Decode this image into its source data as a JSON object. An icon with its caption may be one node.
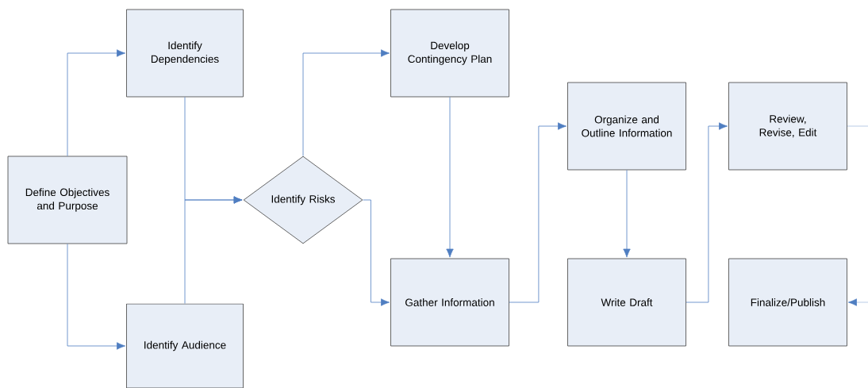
{
  "diagram": {
    "nodes": [
      {
        "text": [
          "Define Objectives and Purpose"
        ]
      },
      {
        "text": [
          "Identify Dependencies"
        ]
      },
      {
        "text": [
          "Identify Audience"
        ]
      },
      {
        "text": [
          "Identify Risks"
        ]
      },
      {
        "text": [
          "Develop Contingency Plan"
        ]
      },
      {
        "text": [
          "Gather Information"
        ]
      },
      {
        "text": [
          "Organize and Outline Information"
        ]
      },
      {
        "text": [
          "Write Draft"
        ]
      },
      {
        "text": [
          "Review, Revise, Edit"
        ]
      },
      {
        "text": [
          "Finalize/Publish"
        ]
      }
    ],
    "edges": [
      {
        "from": 0,
        "to": 1,
        "arrow": "to"
      },
      {
        "from": 0,
        "to": 2,
        "arrow": "to"
      },
      {
        "from": 1,
        "to": 3,
        "arrow": "to"
      },
      {
        "from": 2,
        "to": 3,
        "arrow": "to"
      },
      {
        "from": 3,
        "to": 4,
        "arrow": "to"
      },
      {
        "from": 3,
        "to": 5,
        "arrow": "to"
      },
      {
        "from": 4,
        "to": 5,
        "arrow": "to"
      },
      {
        "from": 5,
        "to": 6,
        "arrow": "to"
      },
      {
        "from": 6,
        "to": 7,
        "arrow": "to"
      },
      {
        "from": 7,
        "to": 8,
        "arrow": "to"
      },
      {
        "from": 8,
        "to": null,
        "arrow": "none"
      },
      {
        "from": null,
        "to": 9,
        "arrow": "to"
      }
    ]
  }
}
